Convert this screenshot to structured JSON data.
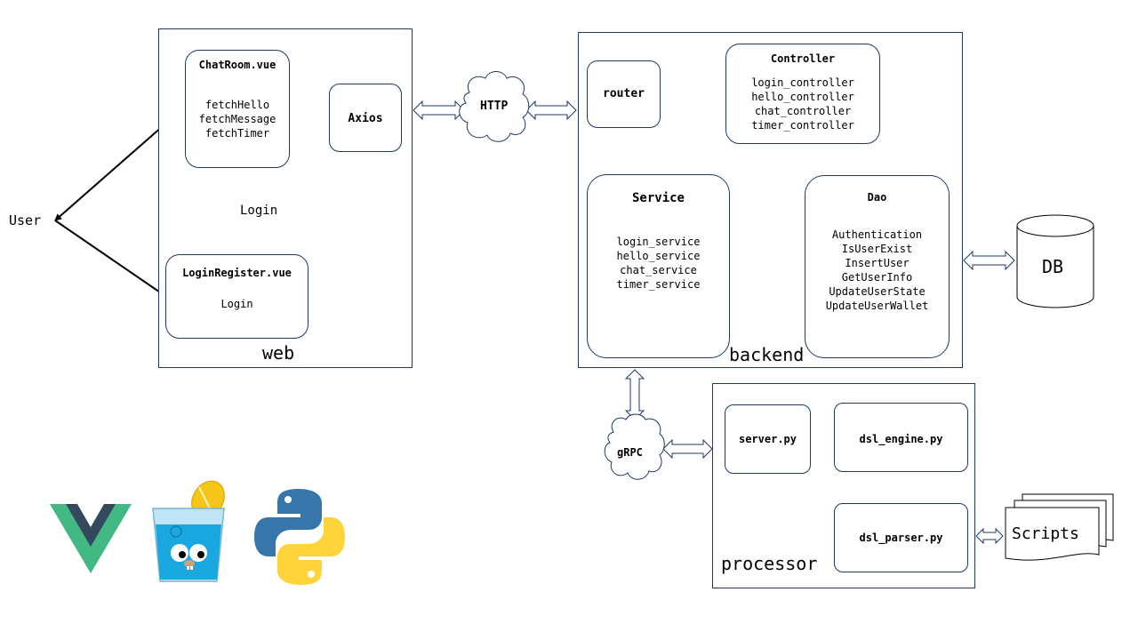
{
  "user": {
    "label": "User"
  },
  "web": {
    "label": "web",
    "chatroom": {
      "title": "ChatRoom.vue",
      "items": [
        "fetchHello",
        "fetchMessage",
        "fetchTimer"
      ]
    },
    "axios": {
      "label": "Axios"
    },
    "login_arrow_label": "Login",
    "login_register": {
      "title": "LoginRegister.vue",
      "items": [
        "Login"
      ]
    }
  },
  "http": {
    "label": "HTTP"
  },
  "backend": {
    "label": "backend",
    "router": {
      "label": "router"
    },
    "controller": {
      "title": "Controller",
      "items": [
        "login_controller",
        "hello_controller",
        "chat_controller",
        "timer_controller"
      ]
    },
    "service": {
      "title": "Service",
      "items": [
        "login_service",
        "hello_service",
        "chat_service",
        "timer_service"
      ]
    },
    "dao": {
      "title": "Dao",
      "items": [
        "Authentication",
        "IsUserExist",
        "InsertUser",
        "GetUserInfo",
        "UpdateUserState",
        "UpdateUserWallet"
      ]
    }
  },
  "db": {
    "label": "DB"
  },
  "grpc": {
    "label": "gRPC"
  },
  "processor": {
    "label": "processor",
    "server": {
      "label": "server.py"
    },
    "engine": {
      "label": "dsl_engine.py"
    },
    "parser": {
      "label": "dsl_parser.py"
    }
  },
  "scripts": {
    "label": "Scripts"
  },
  "logos": [
    "vue-logo",
    "go-gopher-logo",
    "python-logo"
  ]
}
